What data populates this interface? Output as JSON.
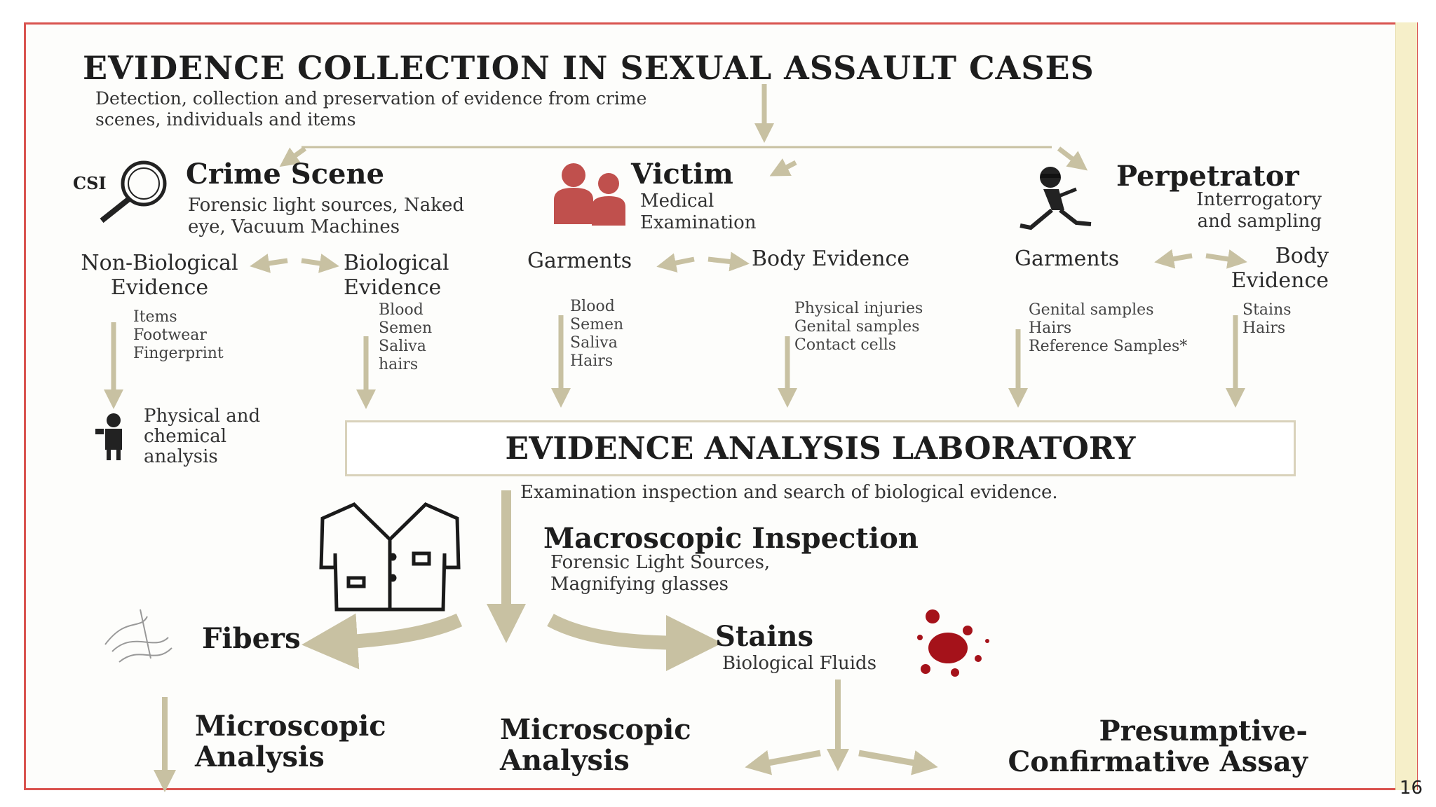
{
  "title": "EVIDENCE COLLECTION IN SEXUAL ASSAULT  CASES",
  "subtitle": "Detection, collection and preservation of evidence from crime\nscenes, individuals and items",
  "crime_scene": {
    "csi_label": "CSI",
    "heading": "Crime Scene",
    "desc": "Forensic light sources, Naked\neye, Vacuum  Machines",
    "non_bio": "Non-Biological\nEvidence",
    "bio": "Biological\nEvidence",
    "non_bio_items": "Items\nFootwear\nFingerprint",
    "bio_items": "Blood\nSemen\nSaliva\nhairs",
    "physical": "Physical and\nchemical\nanalysis"
  },
  "victim": {
    "heading": "Victim",
    "desc": "Medical\nExamination",
    "garments": "Garments",
    "body": "Body Evidence",
    "garment_items": "Blood\nSemen\nSaliva\nHairs",
    "body_items": "Physical injuries\nGenital samples\nContact cells"
  },
  "perpetrator": {
    "heading": "Perpetrator",
    "desc": "Interrogatory\nand sampling",
    "garments": "Garments",
    "body": "Body\nEvidence",
    "garment_items": "Genital samples\nHairs\nReference  Samples*",
    "body_items": "Stains\nHairs"
  },
  "lab": {
    "title": "EVIDENCE ANALYSIS LABORATORY",
    "desc": "Examination inspection and search of biological evidence."
  },
  "macro": {
    "heading": "Macroscopic Inspection",
    "desc": "Forensic Light Sources,\nMagnifying glasses"
  },
  "fibers": {
    "heading": "Fibers",
    "next": "Microscopic\nAnalysis"
  },
  "stains": {
    "heading": "Stains",
    "desc": "Biological Fluids",
    "micro": "Microscopic\nAnalysis",
    "assay": "Presumptive-\nConfirmative Assay"
  },
  "page_number": "16",
  "colors": {
    "arrow": "#c8c1a2",
    "border": "#d9534f",
    "stain": "#a5121a",
    "victim_icon": "#c0504d"
  },
  "icons": [
    "magnifier-icon",
    "doctor-patient-icon",
    "thief-icon",
    "scientist-icon",
    "lab-coat-icon",
    "fiber-icon",
    "blood-stain-icon"
  ]
}
